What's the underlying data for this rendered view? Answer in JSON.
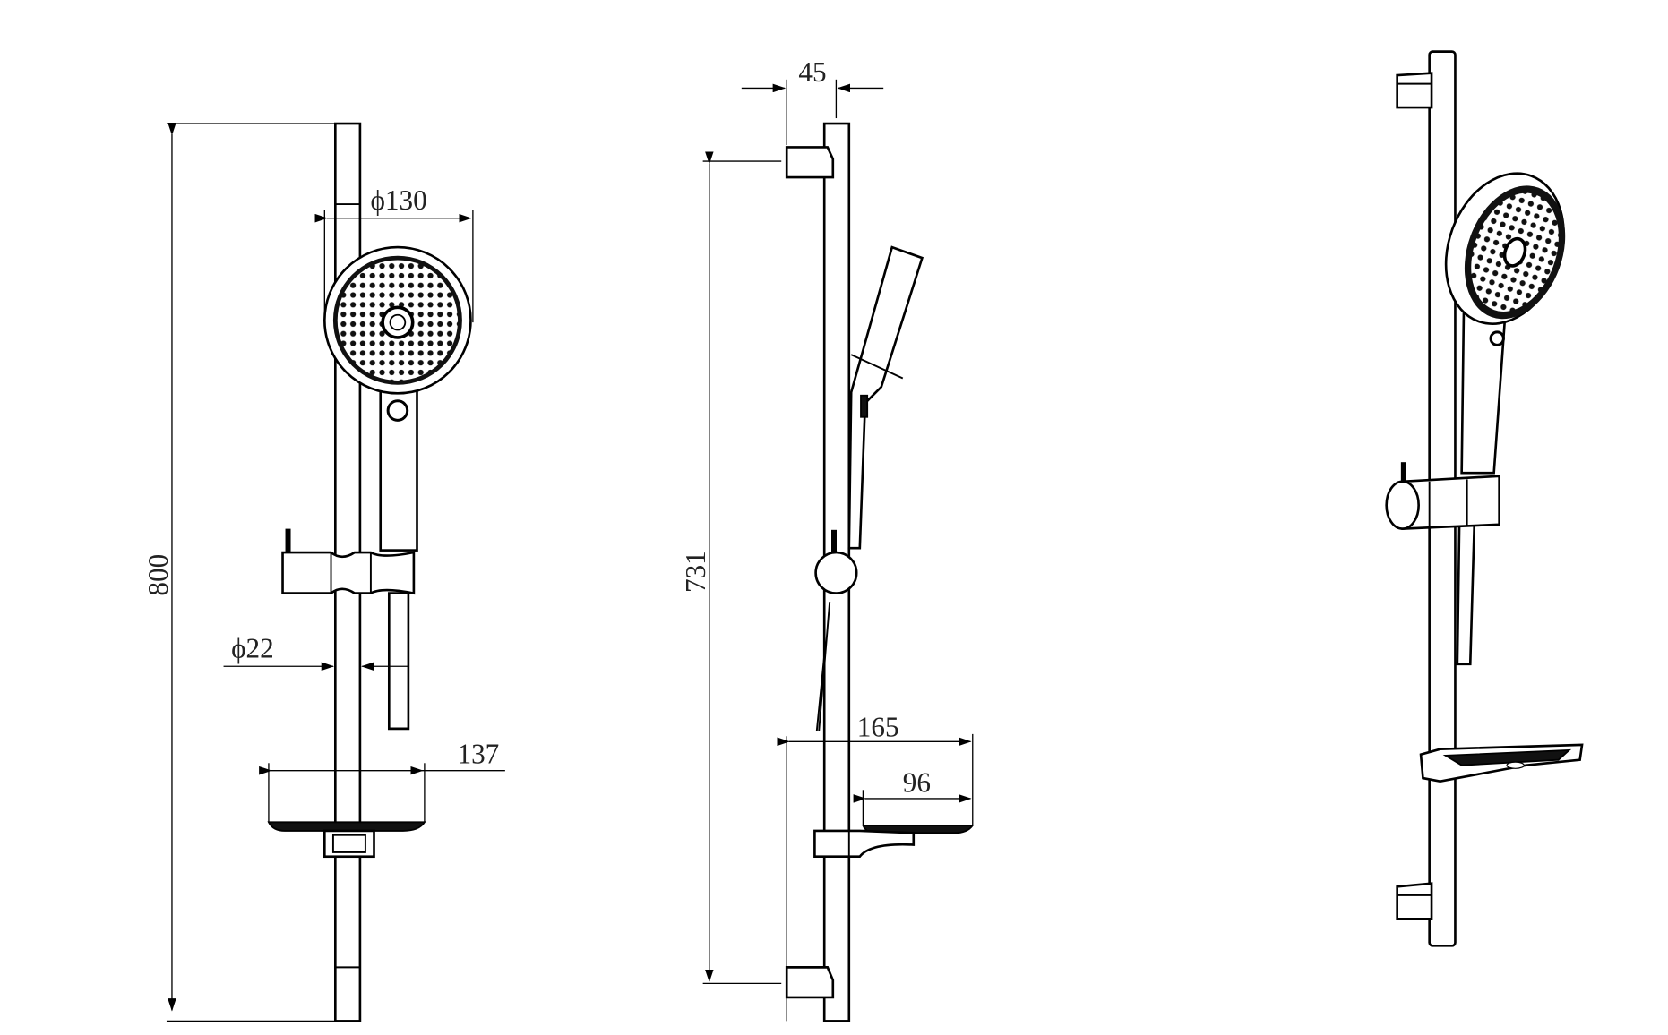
{
  "drawing": {
    "front_view": {
      "height_dim": "800",
      "head_diameter": "ϕ130",
      "rail_diameter": "ϕ22",
      "dish_width": "137"
    },
    "side_view": {
      "bracket_depth": "45",
      "bracket_spacing": "731",
      "dish_projection": "165",
      "dish_depth": "96"
    }
  }
}
